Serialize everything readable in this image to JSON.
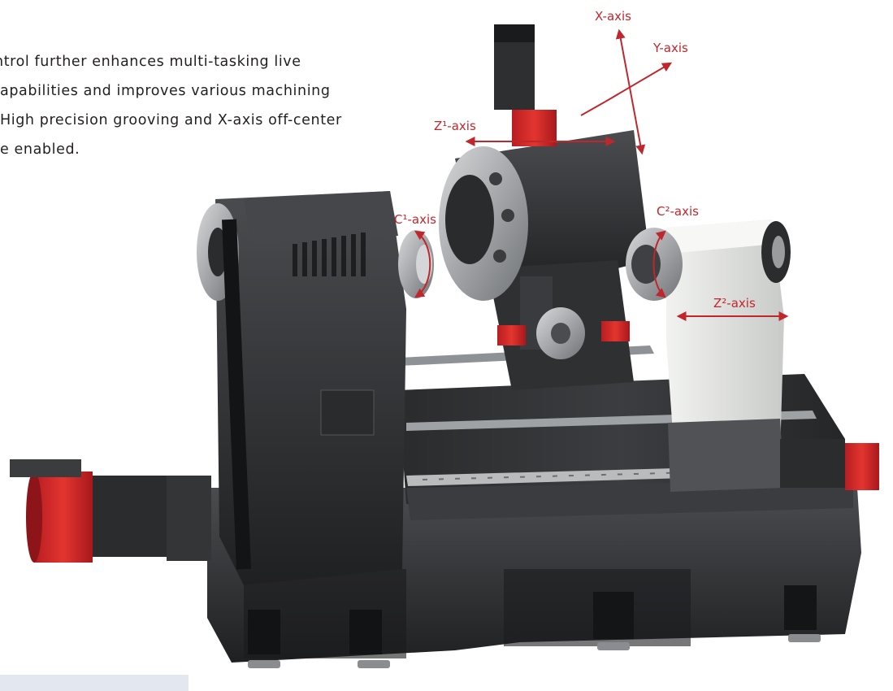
{
  "intro_text": {
    "line1": "ntrol further enhances multi-tasking live",
    "line2": "apabilities and improves various machining",
    "line3": "High precision grooving and X-axis off-center",
    "line4": "e enabled."
  },
  "axis_labels": {
    "x": "X-axis",
    "y": "Y-axis",
    "z1": "Z¹-axis",
    "c1": "C¹-axis",
    "c2": "C²-axis",
    "z2": "Z²-axis"
  },
  "colors": {
    "annotation": "#c0272d",
    "machine_dark": "#2e2f31",
    "machine_light": "#e2e3e0",
    "motor_red": "#d6262b",
    "text": "#231f20",
    "footer_band": "#e3e8f0"
  }
}
